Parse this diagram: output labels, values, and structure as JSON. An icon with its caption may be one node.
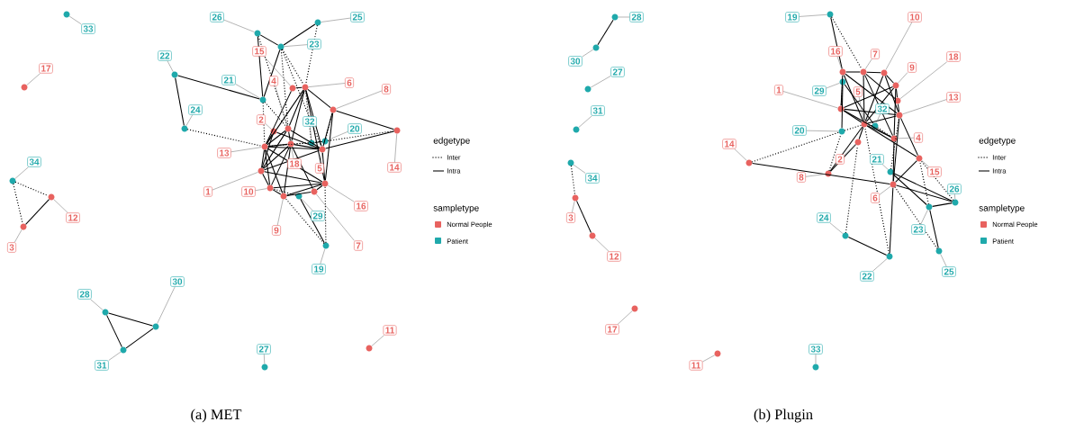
{
  "diagram": {
    "nodes": [
      {
        "text": [
          "33"
        ]
      },
      {
        "text": [],
        "shape": "circle"
      },
      {
        "text": [
          "26"
        ]
      },
      {
        "text": [],
        "shape": "circle"
      },
      {
        "text": [
          "25"
        ]
      },
      {
        "text": [],
        "shape": "circle"
      },
      {
        "text": [
          "23"
        ]
      },
      {
        "text": [],
        "shape": "circle"
      },
      {
        "text": [
          "17"
        ]
      },
      {
        "text": [],
        "shape": "circle"
      },
      {
        "text": [
          "15"
        ]
      },
      {
        "text": [],
        "shape": "circle"
      },
      {
        "text": [
          "22"
        ]
      },
      {
        "text": [],
        "shape": "circle"
      },
      {
        "text": [
          "6"
        ]
      },
      {
        "text": [],
        "shape": "circle"
      },
      {
        "text": [
          "4"
        ]
      },
      {
        "text": [],
        "shape": "circle"
      },
      {
        "text": [
          "21"
        ]
      },
      {
        "text": [],
        "shape": "circle"
      },
      {
        "text": [
          "8"
        ]
      },
      {
        "text": [],
        "shape": "circle"
      },
      {
        "text": [
          "24"
        ]
      },
      {
        "text": [],
        "shape": "circle"
      },
      {
        "text": [
          "2"
        ]
      },
      {
        "text": [],
        "shape": "circle"
      },
      {
        "text": [
          "32"
        ]
      },
      {
        "text": [],
        "shape": "circle"
      },
      {
        "text": [
          "20"
        ]
      },
      {
        "text": [],
        "shape": "circle"
      },
      {
        "text": [
          "13"
        ]
      },
      {
        "text": [],
        "shape": "circle"
      },
      {
        "text": [
          "18"
        ]
      },
      {
        "text": [],
        "shape": "circle"
      },
      {
        "text": [
          "5"
        ]
      },
      {
        "text": [],
        "shape": "circle"
      },
      {
        "text": [
          "14"
        ]
      },
      {
        "text": [],
        "shape": "circle"
      },
      {
        "text": [
          "34"
        ]
      },
      {
        "text": [],
        "shape": "circle"
      },
      {
        "text": [
          "1"
        ]
      },
      {
        "text": [],
        "shape": "circle"
      },
      {
        "text": [
          "10"
        ]
      },
      {
        "text": [],
        "shape": "circle"
      },
      {
        "text": [
          "16"
        ]
      },
      {
        "text": [],
        "shape": "circle"
      },
      {
        "text": [
          "12"
        ]
      },
      {
        "text": [],
        "shape": "circle"
      },
      {
        "text": [
          "9"
        ]
      },
      {
        "text": [],
        "shape": "circle"
      },
      {
        "text": [
          "29"
        ]
      },
      {
        "text": [],
        "shape": "circle"
      },
      {
        "text": [
          "3"
        ]
      },
      {
        "text": [],
        "shape": "circle"
      },
      {
        "text": [
          "7"
        ]
      },
      {
        "text": [],
        "shape": "circle"
      },
      {
        "text": [
          "19"
        ]
      },
      {
        "text": [],
        "shape": "circle"
      },
      {
        "text": [
          "28"
        ]
      },
      {
        "text": [],
        "shape": "circle"
      },
      {
        "text": [
          "30"
        ]
      },
      {
        "text": [],
        "shape": "circle"
      },
      {
        "text": [
          "31"
        ]
      },
      {
        "text": [],
        "shape": "circle"
      },
      {
        "text": [
          "27"
        ]
      },
      {
        "text": [],
        "shape": "circle"
      },
      {
        "text": [
          "11"
        ]
      },
      {
        "text": [],
        "shape": "circle"
      },
      {
        "text": [
          "28"
        ]
      },
      {
        "text": [],
        "shape": "circle"
      },
      {
        "text": [
          "19"
        ]
      },
      {
        "text": [],
        "shape": "circle"
      },
      {
        "text": [
          "10"
        ]
      },
      {
        "text": [],
        "shape": "circle"
      },
      {
        "text": [
          "30"
        ]
      },
      {
        "text": [],
        "shape": "circle"
      },
      {
        "text": [
          "16"
        ]
      },
      {
        "text": [],
        "shape": "circle"
      },
      {
        "text": [
          "7"
        ]
      },
      {
        "text": [],
        "shape": "circle"
      },
      {
        "text": [
          "18"
        ]
      },
      {
        "text": [],
        "shape": "circle"
      },
      {
        "text": [
          "27"
        ]
      },
      {
        "text": [],
        "shape": "circle"
      },
      {
        "text": [
          "9"
        ]
      },
      {
        "text": [],
        "shape": "circle"
      },
      {
        "text": [
          "1"
        ]
      },
      {
        "text": [],
        "shape": "circle"
      },
      {
        "text": [
          "29"
        ]
      },
      {
        "text": [],
        "shape": "circle"
      },
      {
        "text": [
          "5"
        ]
      },
      {
        "text": [],
        "shape": "circle"
      },
      {
        "text": [
          "13"
        ]
      },
      {
        "text": [],
        "shape": "circle"
      },
      {
        "text": [
          "31"
        ]
      },
      {
        "text": [],
        "shape": "circle"
      },
      {
        "text": [
          "32"
        ]
      },
      {
        "text": [],
        "shape": "circle"
      },
      {
        "text": [
          "20"
        ]
      },
      {
        "text": [],
        "shape": "circle"
      },
      {
        "text": [
          "4"
        ]
      },
      {
        "text": [],
        "shape": "circle"
      },
      {
        "text": [
          "14"
        ]
      },
      {
        "text": [],
        "shape": "circle"
      },
      {
        "text": [
          "2"
        ]
      },
      {
        "text": [],
        "shape": "circle"
      },
      {
        "text": [
          "21"
        ]
      },
      {
        "text": [],
        "shape": "circle"
      },
      {
        "text": [
          "8"
        ]
      },
      {
        "text": [],
        "shape": "circle"
      },
      {
        "text": [
          "15"
        ]
      },
      {
        "text": [],
        "shape": "circle"
      },
      {
        "text": [
          "34"
        ]
      },
      {
        "text": [],
        "shape": "circle"
      },
      {
        "text": [
          "6"
        ]
      },
      {
        "text": [],
        "shape": "circle"
      },
      {
        "text": [
          "26"
        ]
      },
      {
        "text": [],
        "shape": "circle"
      },
      {
        "text": [
          "3"
        ]
      },
      {
        "text": [],
        "shape": "circle"
      },
      {
        "text": [
          "24"
        ]
      },
      {
        "text": [],
        "shape": "circle"
      },
      {
        "text": [
          "23"
        ]
      },
      {
        "text": [],
        "shape": "circle"
      },
      {
        "text": [
          "12"
        ]
      },
      {
        "text": [],
        "shape": "circle"
      },
      {
        "text": [
          "22"
        ]
      },
      {
        "text": [],
        "shape": "circle"
      },
      {
        "text": [
          "25"
        ]
      },
      {
        "text": [],
        "shape": "circle"
      },
      {
        "text": [
          "17"
        ]
      },
      {
        "text": [],
        "shape": "circle"
      },
      {
        "text": [
          "11"
        ]
      },
      {
        "text": [],
        "shape": "circle"
      },
      {
        "text": [
          "33"
        ]
      },
      {
        "text": [],
        "shape": "circle"
      }
    ],
    "edges": [
      {
        "from": 3,
        "to": 7,
        "arrow": "none"
      },
      {
        "from": 7,
        "to": 5,
        "arrow": "none"
      },
      {
        "from": 3,
        "to": 19,
        "arrow": "none"
      },
      {
        "from": 19,
        "to": 7,
        "arrow": "none"
      },
      {
        "from": 13,
        "to": 19,
        "arrow": "none"
      },
      {
        "from": 13,
        "to": 23,
        "arrow": "none"
      },
      {
        "from": 59,
        "to": 61,
        "arrow": "none"
      },
      {
        "from": 59,
        "to": 63,
        "arrow": "none"
      },
      {
        "from": 63,
        "to": 61,
        "arrow": "none"
      },
      {
        "from": 51,
        "to": 57,
        "arrow": "none"
      },
      {
        "from": 27,
        "to": 29,
        "arrow": "none"
      },
      {
        "from": 47,
        "to": 53,
        "arrow": "none"
      },
      {
        "from": 37,
        "to": 21,
        "arrow": "none"
      },
      {
        "from": 37,
        "to": 35,
        "arrow": "none"
      },
      {
        "from": 21,
        "to": 15,
        "arrow": "none"
      },
      {
        "from": 21,
        "to": 35,
        "arrow": "none"
      },
      {
        "from": 15,
        "to": 17,
        "arrow": "none"
      },
      {
        "from": 15,
        "to": 31,
        "arrow": "none"
      },
      {
        "from": 15,
        "to": 33,
        "arrow": "none"
      },
      {
        "from": 15,
        "to": 35,
        "arrow": "none"
      },
      {
        "from": 11,
        "to": 31,
        "arrow": "none"
      },
      {
        "from": 11,
        "to": 15,
        "arrow": "none"
      },
      {
        "from": 17,
        "to": 31,
        "arrow": "none"
      },
      {
        "from": 17,
        "to": 41,
        "arrow": "none"
      },
      {
        "from": 17,
        "to": 33,
        "arrow": "none"
      },
      {
        "from": 31,
        "to": 41,
        "arrow": "none"
      },
      {
        "from": 31,
        "to": 43,
        "arrow": "none"
      },
      {
        "from": 31,
        "to": 49,
        "arrow": "none"
      },
      {
        "from": 31,
        "to": 35,
        "arrow": "none"
      },
      {
        "from": 31,
        "to": 45,
        "arrow": "none"
      },
      {
        "from": 41,
        "to": 43,
        "arrow": "none"
      },
      {
        "from": 41,
        "to": 45,
        "arrow": "none"
      },
      {
        "from": 41,
        "to": 35,
        "arrow": "none"
      },
      {
        "from": 43,
        "to": 49,
        "arrow": "none"
      },
      {
        "from": 43,
        "to": 45,
        "arrow": "none"
      },
      {
        "from": 43,
        "to": 33,
        "arrow": "none"
      },
      {
        "from": 49,
        "to": 55,
        "arrow": "none"
      },
      {
        "from": 49,
        "to": 45,
        "arrow": "none"
      },
      {
        "from": 55,
        "to": 45,
        "arrow": "none"
      },
      {
        "from": 45,
        "to": 35,
        "arrow": "none"
      },
      {
        "from": 33,
        "to": 35,
        "arrow": "none"
      },
      {
        "from": 33,
        "to": 49,
        "arrow": "none"
      },
      {
        "from": 33,
        "to": 55,
        "arrow": "none"
      },
      {
        "from": 25,
        "to": 31,
        "arrow": "none"
      },
      {
        "from": 25,
        "to": 35,
        "arrow": "none"
      },
      {
        "from": 17,
        "to": 35,
        "arrow": "none"
      },
      {
        "from": 15,
        "to": 45,
        "arrow": "none"
      },
      {
        "from": 41,
        "to": 33,
        "arrow": "none"
      },
      {
        "from": 31,
        "to": 33,
        "arrow": "none"
      },
      {
        "from": 21,
        "to": 45,
        "arrow": "none"
      },
      {
        "from": 25,
        "to": 41,
        "arrow": "none"
      },
      {
        "from": 39,
        "to": 47,
        "arrow": "none",
        "style": "dashed"
      },
      {
        "from": 39,
        "to": 53,
        "arrow": "none",
        "style": "dashed"
      },
      {
        "from": 23,
        "to": 31,
        "arrow": "none",
        "style": "dashed"
      },
      {
        "from": 7,
        "to": 17,
        "arrow": "none",
        "style": "dashed"
      },
      {
        "from": 7,
        "to": 15,
        "arrow": "none",
        "style": "dashed"
      },
      {
        "from": 5,
        "to": 15,
        "arrow": "none",
        "style": "dashed"
      },
      {
        "from": 3,
        "to": 17,
        "arrow": "none",
        "style": "dashed"
      },
      {
        "from": 7,
        "to": 35,
        "arrow": "none",
        "style": "dashed"
      },
      {
        "from": 29,
        "to": 37,
        "arrow": "none",
        "style": "dashed"
      },
      {
        "from": 29,
        "to": 21,
        "arrow": "none",
        "style": "dashed"
      },
      {
        "from": 57,
        "to": 49,
        "arrow": "none",
        "style": "dashed"
      },
      {
        "from": 57,
        "to": 45,
        "arrow": "none",
        "style": "dashed"
      },
      {
        "from": 51,
        "to": 43,
        "arrow": "none",
        "style": "dashed"
      },
      {
        "from": 27,
        "to": 33,
        "arrow": "none",
        "style": "dashed"
      },
      {
        "from": 19,
        "to": 17,
        "arrow": "none",
        "style": "dashed"
      },
      {
        "from": 19,
        "to": 31,
        "arrow": "none",
        "style": "dashed"
      },
      {
        "from": 27,
        "to": 15,
        "arrow": "none",
        "style": "dashed"
      },
      {
        "from": 29,
        "to": 31,
        "arrow": "none",
        "style": "dashed"
      },
      {
        "from": 69,
        "to": 75,
        "arrow": "none"
      },
      {
        "from": 119,
        "to": 125,
        "arrow": "none"
      },
      {
        "from": 71,
        "to": 77,
        "arrow": "none"
      },
      {
        "from": 103,
        "to": 115,
        "arrow": "none"
      },
      {
        "from": 109,
        "to": 91,
        "arrow": "none"
      },
      {
        "from": 109,
        "to": 105,
        "arrow": "none"
      },
      {
        "from": 121,
        "to": 127,
        "arrow": "none"
      },
      {
        "from": 127,
        "to": 115,
        "arrow": "none"
      },
      {
        "from": 123,
        "to": 117,
        "arrow": "none"
      },
      {
        "from": 123,
        "to": 129,
        "arrow": "none"
      },
      {
        "from": 107,
        "to": 123,
        "arrow": "none"
      },
      {
        "from": 107,
        "to": 117,
        "arrow": "none"
      },
      {
        "from": 77,
        "to": 79,
        "arrow": "none"
      },
      {
        "from": 79,
        "to": 73,
        "arrow": "none"
      },
      {
        "from": 73,
        "to": 85,
        "arrow": "none"
      },
      {
        "from": 85,
        "to": 81,
        "arrow": "none"
      },
      {
        "from": 81,
        "to": 93,
        "arrow": "none"
      },
      {
        "from": 77,
        "to": 87,
        "arrow": "none"
      },
      {
        "from": 87,
        "to": 91,
        "arrow": "none"
      },
      {
        "from": 91,
        "to": 79,
        "arrow": "none"
      },
      {
        "from": 91,
        "to": 73,
        "arrow": "none"
      },
      {
        "from": 91,
        "to": 85,
        "arrow": "none"
      },
      {
        "from": 91,
        "to": 93,
        "arrow": "none"
      },
      {
        "from": 91,
        "to": 101,
        "arrow": "none"
      },
      {
        "from": 91,
        "to": 111,
        "arrow": "none"
      },
      {
        "from": 87,
        "to": 93,
        "arrow": "none"
      },
      {
        "from": 87,
        "to": 101,
        "arrow": "none"
      },
      {
        "from": 77,
        "to": 93,
        "arrow": "none"
      },
      {
        "from": 79,
        "to": 81,
        "arrow": "none"
      },
      {
        "from": 93,
        "to": 111,
        "arrow": "none"
      },
      {
        "from": 111,
        "to": 115,
        "arrow": "none"
      },
      {
        "from": 101,
        "to": 115,
        "arrow": "none"
      },
      {
        "from": 93,
        "to": 115,
        "arrow": "none"
      },
      {
        "from": 105,
        "to": 91,
        "arrow": "none"
      },
      {
        "from": 77,
        "to": 91,
        "arrow": "none"
      },
      {
        "from": 73,
        "to": 93,
        "arrow": "none"
      },
      {
        "from": 85,
        "to": 101,
        "arrow": "none"
      },
      {
        "from": 87,
        "to": 85,
        "arrow": "none"
      },
      {
        "from": 79,
        "to": 101,
        "arrow": "none"
      },
      {
        "from": 115,
        "to": 117,
        "arrow": "none"
      },
      {
        "from": 89,
        "to": 97,
        "arrow": "none"
      },
      {
        "from": 89,
        "to": 99,
        "arrow": "none"
      },
      {
        "from": 113,
        "to": 119,
        "arrow": "none",
        "style": "dashed"
      },
      {
        "from": 71,
        "to": 79,
        "arrow": "none",
        "style": "dashed"
      },
      {
        "from": 103,
        "to": 99,
        "arrow": "none",
        "style": "dashed"
      },
      {
        "from": 121,
        "to": 105,
        "arrow": "none",
        "style": "dashed"
      },
      {
        "from": 109,
        "to": 99,
        "arrow": "none",
        "style": "dashed"
      },
      {
        "from": 123,
        "to": 111,
        "arrow": "none",
        "style": "dashed"
      },
      {
        "from": 129,
        "to": 115,
        "arrow": "none",
        "style": "dashed"
      },
      {
        "from": 117,
        "to": 111,
        "arrow": "none",
        "style": "dashed"
      },
      {
        "from": 107,
        "to": 93,
        "arrow": "none",
        "style": "dashed"
      },
      {
        "from": 89,
        "to": 87,
        "arrow": "none",
        "style": "dashed"
      },
      {
        "from": 97,
        "to": 91,
        "arrow": "none",
        "style": "dashed"
      },
      {
        "from": 99,
        "to": 91,
        "arrow": "none",
        "style": "dashed"
      },
      {
        "from": 127,
        "to": 91,
        "arrow": "none",
        "style": "dashed"
      },
      {
        "from": 97,
        "to": 101,
        "arrow": "none",
        "style": "dashed"
      },
      {
        "from": 0,
        "to": 1,
        "arrow": "none",
        "color": "#808080"
      },
      {
        "from": 2,
        "to": 3,
        "arrow": "none",
        "color": "#808080"
      },
      {
        "from": 4,
        "to": 5,
        "arrow": "none",
        "color": "#808080"
      },
      {
        "from": 6,
        "to": 7,
        "arrow": "none",
        "color": "#808080"
      },
      {
        "from": 8,
        "to": 9,
        "arrow": "none",
        "color": "#808080"
      },
      {
        "from": 10,
        "to": 11,
        "arrow": "none",
        "color": "#808080"
      },
      {
        "from": 12,
        "to": 13,
        "arrow": "none",
        "color": "#808080"
      },
      {
        "from": 14,
        "to": 15,
        "arrow": "none",
        "color": "#808080"
      },
      {
        "from": 16,
        "to": 17,
        "arrow": "none",
        "color": "#808080"
      },
      {
        "from": 18,
        "to": 19,
        "arrow": "none",
        "color": "#808080"
      },
      {
        "from": 20,
        "to": 21,
        "arrow": "none",
        "color": "#808080"
      },
      {
        "from": 22,
        "to": 23,
        "arrow": "none",
        "color": "#808080"
      },
      {
        "from": 24,
        "to": 25,
        "arrow": "none",
        "color": "#808080"
      },
      {
        "from": 26,
        "to": 27,
        "arrow": "none",
        "color": "#808080"
      },
      {
        "from": 28,
        "to": 29,
        "arrow": "none",
        "color": "#808080"
      },
      {
        "from": 30,
        "to": 31,
        "arrow": "none",
        "color": "#808080"
      },
      {
        "from": 32,
        "to": 33,
        "arrow": "none",
        "color": "#808080"
      },
      {
        "from": 34,
        "to": 35,
        "arrow": "none",
        "color": "#808080"
      },
      {
        "from": 36,
        "to": 37,
        "arrow": "none",
        "color": "#808080"
      },
      {
        "from": 38,
        "to": 39,
        "arrow": "none",
        "color": "#808080"
      },
      {
        "from": 40,
        "to": 41,
        "arrow": "none",
        "color": "#808080"
      },
      {
        "from": 42,
        "to": 43,
        "arrow": "none",
        "color": "#808080"
      },
      {
        "from": 44,
        "to": 45,
        "arrow": "none",
        "color": "#808080"
      },
      {
        "from": 46,
        "to": 47,
        "arrow": "none",
        "color": "#808080"
      },
      {
        "from": 48,
        "to": 49,
        "arrow": "none",
        "color": "#808080"
      },
      {
        "from": 50,
        "to": 51,
        "arrow": "none",
        "color": "#808080"
      },
      {
        "from": 52,
        "to": 53,
        "arrow": "none",
        "color": "#808080"
      },
      {
        "from": 54,
        "to": 55,
        "arrow": "none",
        "color": "#808080"
      },
      {
        "from": 56,
        "to": 57,
        "arrow": "none",
        "color": "#808080"
      },
      {
        "from": 58,
        "to": 59,
        "arrow": "none",
        "color": "#808080"
      },
      {
        "from": 60,
        "to": 61,
        "arrow": "none",
        "color": "#808080"
      },
      {
        "from": 62,
        "to": 63,
        "arrow": "none",
        "color": "#808080"
      },
      {
        "from": 64,
        "to": 65,
        "arrow": "none",
        "color": "#808080"
      },
      {
        "from": 66,
        "to": 67,
        "arrow": "none",
        "color": "#808080"
      },
      {
        "from": 68,
        "to": 69,
        "arrow": "none",
        "color": "#808080"
      },
      {
        "from": 70,
        "to": 71,
        "arrow": "none",
        "color": "#808080"
      },
      {
        "from": 72,
        "to": 73,
        "arrow": "none",
        "color": "#808080"
      },
      {
        "from": 74,
        "to": 75,
        "arrow": "none",
        "color": "#808080"
      },
      {
        "from": 76,
        "to": 77,
        "arrow": "none",
        "color": "#808080"
      },
      {
        "from": 78,
        "to": 79,
        "arrow": "none",
        "color": "#808080"
      },
      {
        "from": 80,
        "to": 81,
        "arrow": "none",
        "color": "#808080"
      },
      {
        "from": 82,
        "to": 83,
        "arrow": "none",
        "color": "#808080"
      },
      {
        "from": 84,
        "to": 85,
        "arrow": "none",
        "color": "#808080"
      },
      {
        "from": 86,
        "to": 87,
        "arrow": "none",
        "color": "#808080"
      },
      {
        "from": 88,
        "to": 89,
        "arrow": "none",
        "color": "#808080"
      },
      {
        "from": 90,
        "to": 91,
        "arrow": "none",
        "color": "#808080"
      },
      {
        "from": 92,
        "to": 93,
        "arrow": "none",
        "color": "#808080"
      },
      {
        "from": 94,
        "to": 95,
        "arrow": "none",
        "color": "#808080"
      },
      {
        "from": 96,
        "to": 97,
        "arrow": "none",
        "color": "#808080"
      },
      {
        "from": 98,
        "to": 99,
        "arrow": "none",
        "color": "#808080"
      },
      {
        "from": 100,
        "to": 101,
        "arrow": "none",
        "color": "#808080"
      },
      {
        "from": 102,
        "to": 103,
        "arrow": "none",
        "color": "#808080"
      },
      {
        "from": 104,
        "to": 105,
        "arrow": "none",
        "color": "#808080"
      },
      {
        "from": 106,
        "to": 107,
        "arrow": "none",
        "color": "#808080"
      },
      {
        "from": 108,
        "to": 109,
        "arrow": "none",
        "color": "#808080"
      },
      {
        "from": 110,
        "to": 111,
        "arrow": "none",
        "color": "#808080"
      },
      {
        "from": 112,
        "to": 113,
        "arrow": "none",
        "color": "#808080"
      },
      {
        "from": 114,
        "to": 115,
        "arrow": "none",
        "color": "#808080"
      },
      {
        "from": 116,
        "to": 117,
        "arrow": "none",
        "color": "#808080"
      },
      {
        "from": 118,
        "to": 119,
        "arrow": "none",
        "color": "#808080"
      },
      {
        "from": 120,
        "to": 121,
        "arrow": "none",
        "color": "#808080"
      },
      {
        "from": 122,
        "to": 123,
        "arrow": "none",
        "color": "#808080"
      },
      {
        "from": 124,
        "to": 125,
        "arrow": "none",
        "color": "#808080"
      },
      {
        "from": 126,
        "to": 127,
        "arrow": "none",
        "color": "#808080"
      },
      {
        "from": 128,
        "to": 129,
        "arrow": "none",
        "color": "#808080"
      },
      {
        "from": 130,
        "to": 131,
        "arrow": "none",
        "color": "#808080"
      },
      {
        "from": 132,
        "to": 133,
        "arrow": "none",
        "color": "#808080"
      },
      {
        "from": 134,
        "to": 135,
        "arrow": "none",
        "color": "#808080"
      }
    ],
    "labels": [
      "edgetype",
      "sampletype",
      "(a) MET",
      "edgetype",
      "sampletype",
      "(b) Plugin"
    ],
    "legend": [
      {
        "text": "Inter"
      },
      {
        "text": "Intra"
      },
      {
        "text": "Normal People",
        "color": "#e8625f"
      },
      {
        "text": "Patient",
        "color": "#1fa9ab"
      },
      {
        "text": "Inter"
      },
      {
        "text": "Intra"
      },
      {
        "text": "Normal People",
        "color": "#e8625f"
      },
      {
        "text": "Patient",
        "color": "#1fa9ab"
      }
    ]
  }
}
